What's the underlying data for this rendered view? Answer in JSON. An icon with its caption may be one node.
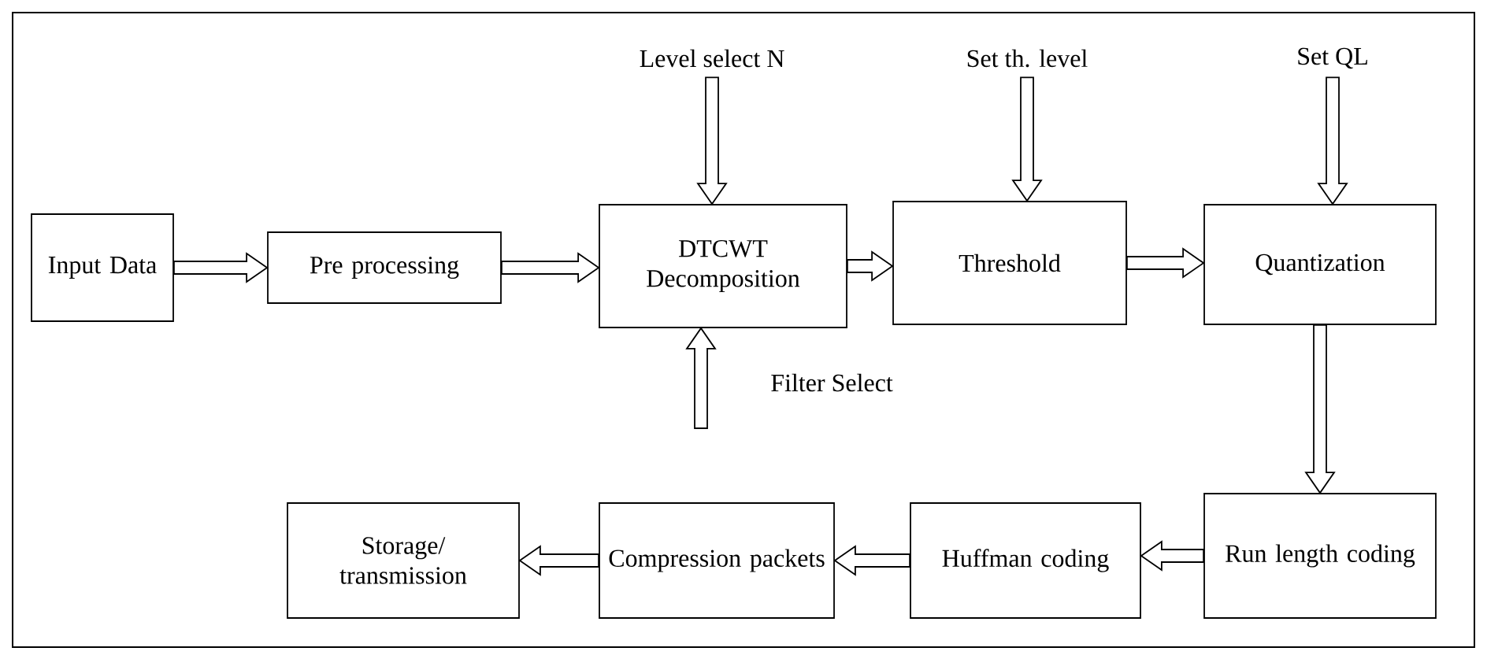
{
  "diagram": {
    "nodes": [
      {
        "text": [
          "Input Data"
        ]
      },
      {
        "text": [
          "Pre processing"
        ]
      },
      {
        "text": [
          "DTCWT Decomposition"
        ]
      },
      {
        "text": [
          "Threshold"
        ]
      },
      {
        "text": [
          "Quantization"
        ]
      },
      {
        "text": [
          "Run length coding"
        ]
      },
      {
        "text": [
          "Huffman coding"
        ]
      },
      {
        "text": [
          "Compression packets"
        ]
      },
      {
        "text": [
          "Storage/ transmission"
        ]
      },
      {
        "text": [
          "Level select N"
        ]
      },
      {
        "text": [
          "Set th. level"
        ]
      },
      {
        "text": [
          "Set QL"
        ]
      }
    ],
    "edges": [
      {
        "from": 0,
        "to": 1,
        "arrow": "to"
      },
      {
        "from": 1,
        "to": 2,
        "arrow": "to"
      },
      {
        "from": 2,
        "to": 3,
        "arrow": "to"
      },
      {
        "from": 3,
        "to": 4,
        "arrow": "to"
      },
      {
        "from": 4,
        "to": 5,
        "arrow": "to"
      },
      {
        "from": 5,
        "to": 6,
        "arrow": "to"
      },
      {
        "from": 6,
        "to": 7,
        "arrow": "to"
      },
      {
        "from": 7,
        "to": 8,
        "arrow": "to"
      },
      {
        "from": 9,
        "to": 2,
        "arrow": "to"
      },
      {
        "from": 10,
        "to": 3,
        "arrow": "to"
      },
      {
        "from": 11,
        "to": 4,
        "arrow": "to"
      },
      {
        "from": null,
        "to": 2,
        "arrow": "to",
        "label": "Filter Select"
      }
    ]
  }
}
